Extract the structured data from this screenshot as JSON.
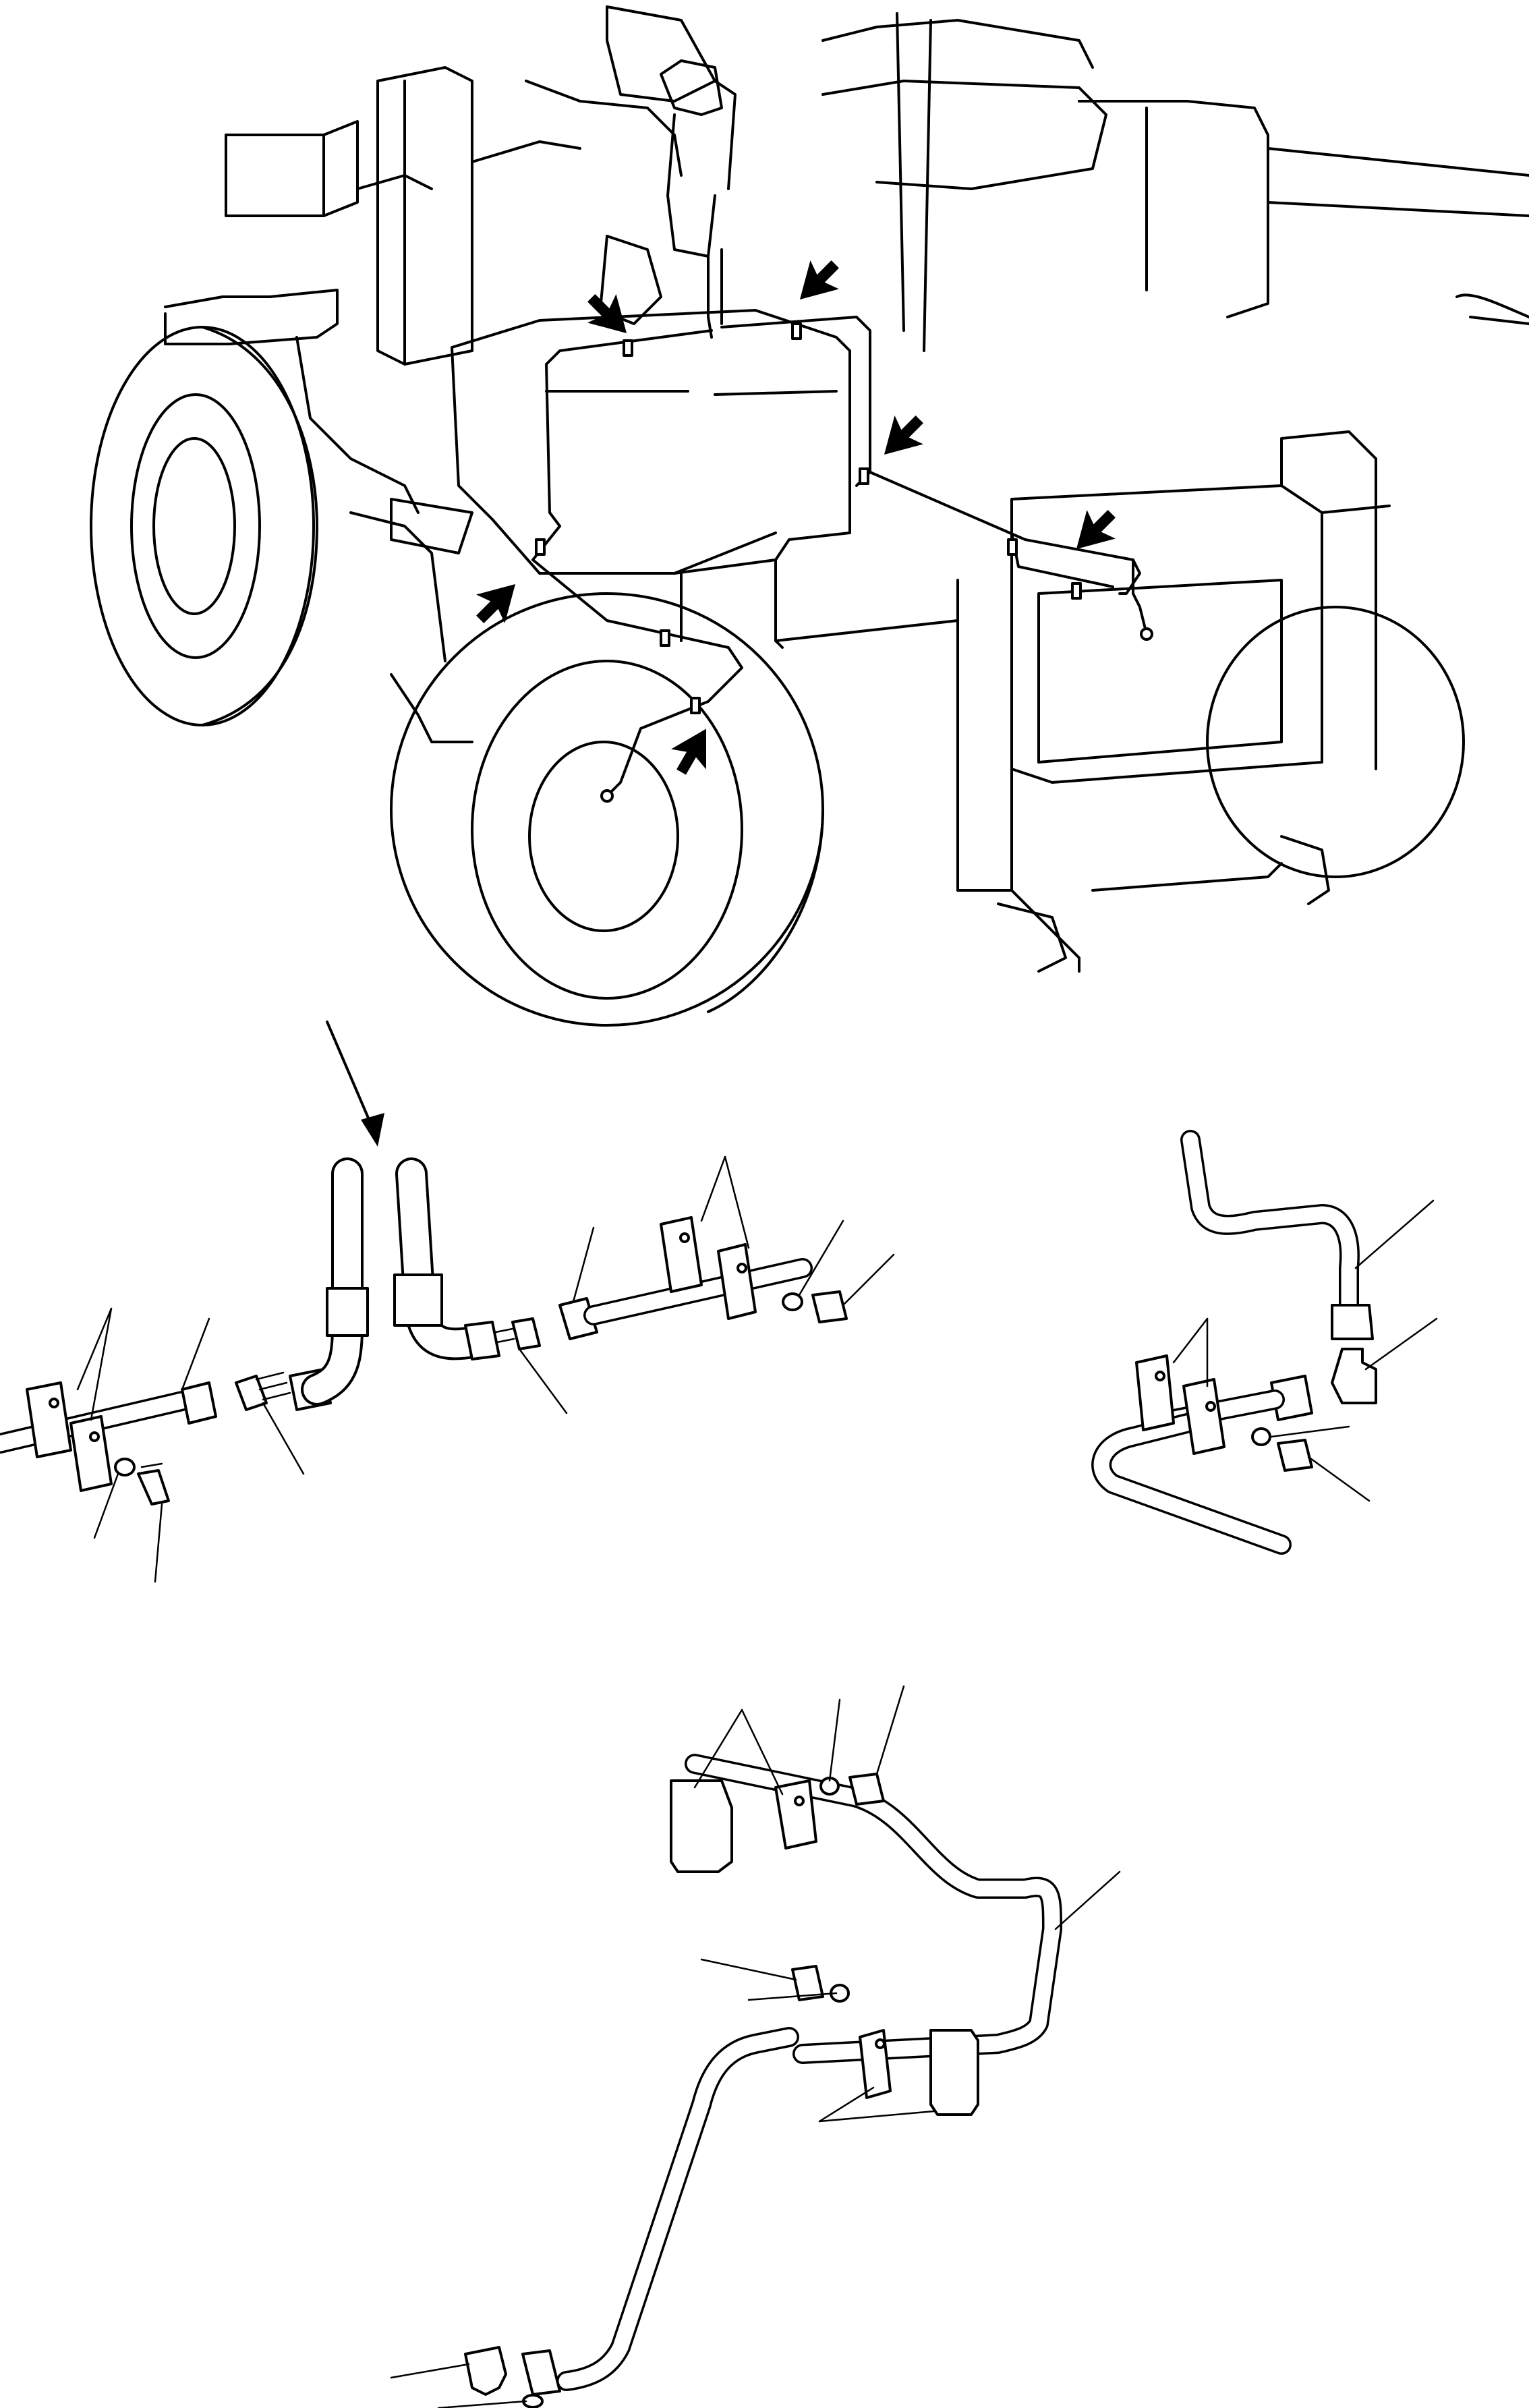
{
  "figure": {
    "kind": "exploded parts diagram",
    "line_color": "#000000",
    "background": "#ffffff",
    "printed_text": []
  },
  "views": [
    {
      "id": "machine-overview",
      "icons": [
        "locator-arrow-icon"
      ],
      "locator_arrow_count": 6
    },
    {
      "id": "hose-connection-detail",
      "icons": [
        "pointer-arrow-icon",
        "callout-leader-icon"
      ]
    },
    {
      "id": "elbow-connection-detail",
      "icons": [
        "callout-leader-icon"
      ]
    },
    {
      "id": "clamp-bracket-detail",
      "icons": [
        "callout-leader-icon"
      ]
    }
  ]
}
